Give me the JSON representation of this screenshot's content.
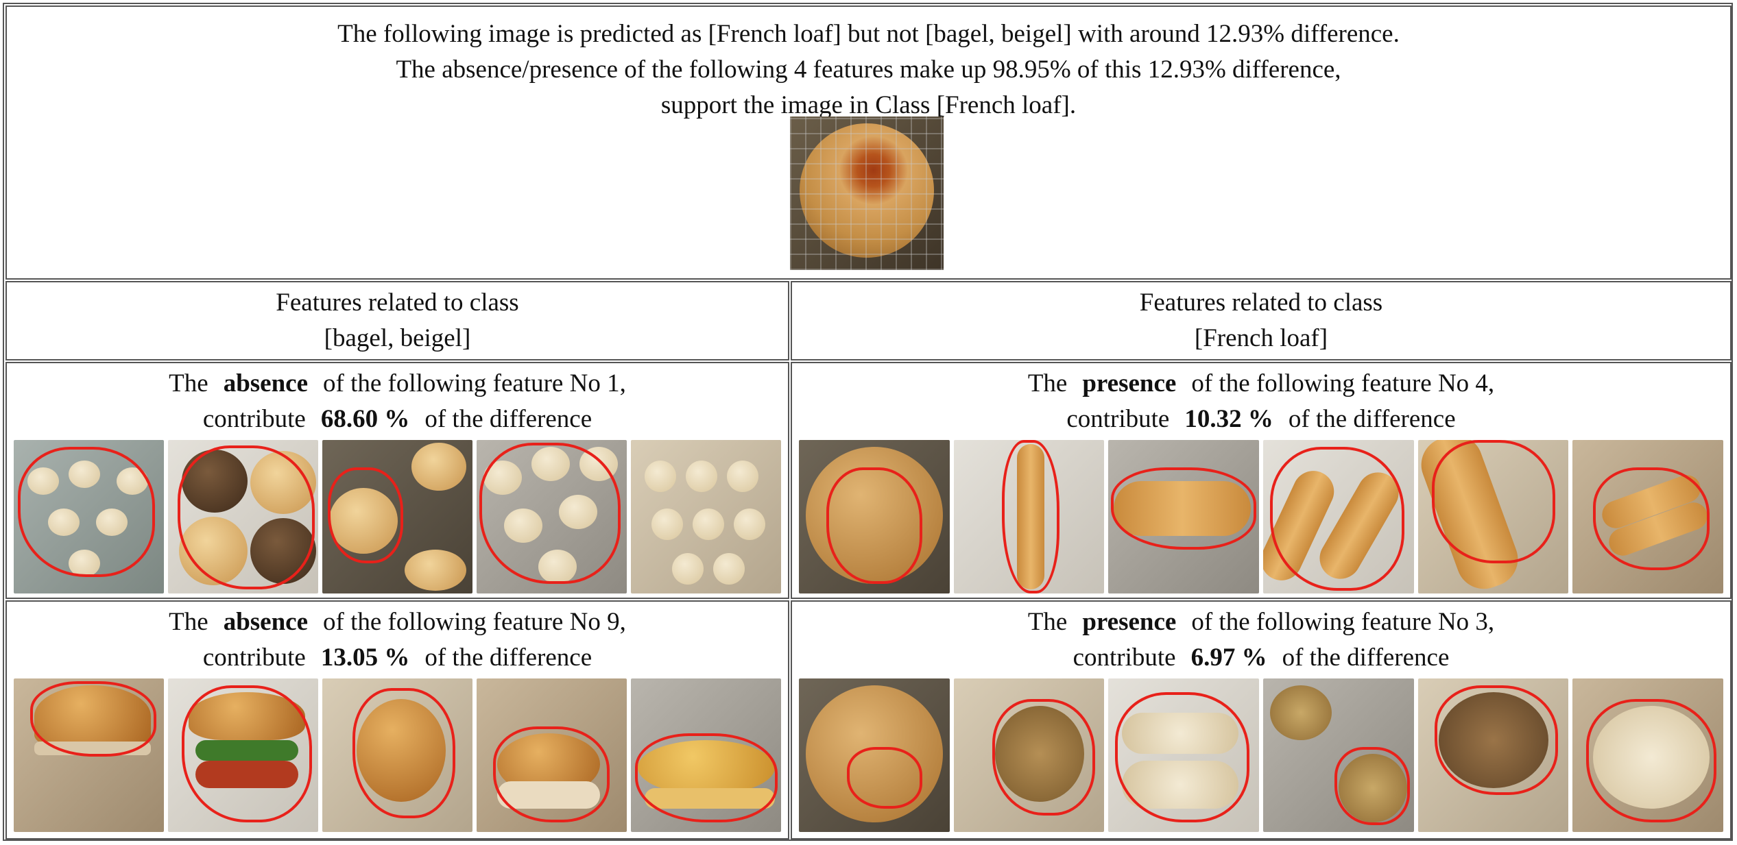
{
  "header": {
    "line1": "The following image is predicted as [French loaf] but not [bagel, beigel] with around 12.93% difference.",
    "line2": "The absence/presence of the following 4 features make up 98.95% of this 12.93% difference,",
    "line3": "support the image in Class [French loaf].",
    "input_image_icon": "bread-photo"
  },
  "columns": [
    {
      "title_line1": "Features related to class",
      "title_line2": "[bagel, beigel]"
    },
    {
      "title_line1": "Features related to class",
      "title_line2": "[French loaf]"
    }
  ],
  "features": [
    {
      "prefix": "The",
      "kind": "absence",
      "middle": "of the following feature No 1,",
      "contribute": "contribute",
      "percent": "68.60 %",
      "suffix": "of the difference"
    },
    {
      "prefix": "The",
      "kind": "presence",
      "middle": "of the following feature No 4,",
      "contribute": "contribute",
      "percent": "10.32 %",
      "suffix": "of the difference"
    },
    {
      "prefix": "The",
      "kind": "absence",
      "middle": "of the following feature No 9,",
      "contribute": "contribute",
      "percent": "13.05 %",
      "suffix": "of the difference"
    },
    {
      "prefix": "The",
      "kind": "presence",
      "middle": "of the following feature No 3,",
      "contribute": "contribute",
      "percent": "6.97 %",
      "suffix": "of the difference"
    }
  ],
  "colors": {
    "highlight": "#e8211a",
    "border": "#555555"
  }
}
